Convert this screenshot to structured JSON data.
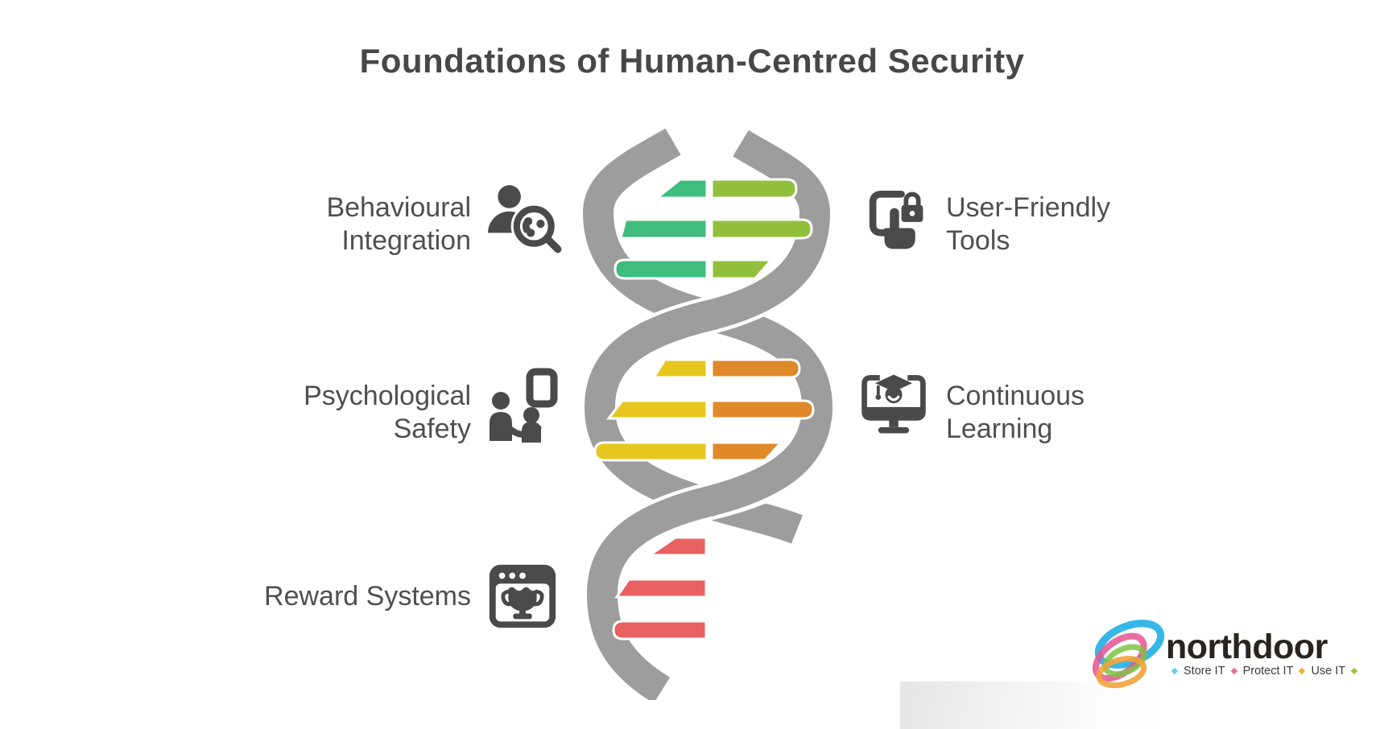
{
  "title": "Foundations of Human-Centred Security",
  "labels": {
    "behavioural": {
      "line1": "Behavioural",
      "line2": "Integration"
    },
    "user_friendly": {
      "line1": "User-Friendly",
      "line2": "Tools"
    },
    "psychological": {
      "line1": "Psychological",
      "line2": "Safety"
    },
    "continuous": {
      "line1": "Continuous",
      "line2": "Learning"
    },
    "reward": {
      "line1": "Reward Systems"
    }
  },
  "icons": {
    "behavioural": "person-analysis-magnifier",
    "user_friendly": "tap-screen-with-lock",
    "psychological": "two-people-with-frame",
    "continuous": "graduate-on-monitor",
    "reward": "trophy-in-browser-window"
  },
  "dna": {
    "strand_color": "#9d9d9d",
    "sections": [
      {
        "position": "top",
        "theme": "Behavioural Integration / User-Friendly Tools",
        "left_color": "#3ebd7d",
        "right_color": "#92c03c",
        "rung_count": 3
      },
      {
        "position": "middle",
        "theme": "Psychological Safety / Continuous Learning",
        "left_color": "#e7c71f",
        "right_color": "#e0892a",
        "rung_count": 3
      },
      {
        "position": "bottom",
        "theme": "Reward Systems",
        "left_color": "#e96161",
        "right_color": null,
        "rung_count": 3
      }
    ]
  },
  "logo": {
    "brand": "northdoor",
    "tagline": [
      "Store IT",
      "Protect IT",
      "Use IT"
    ],
    "tagline_diamond_colors": [
      "#6ec9ea",
      "#e96b9d",
      "#f2b03c",
      "#93c83e"
    ],
    "swirl_colors": [
      "#2bb3e6",
      "#e5538f",
      "#7fc243",
      "#f0a33c"
    ],
    "text_color": "#29241f"
  }
}
